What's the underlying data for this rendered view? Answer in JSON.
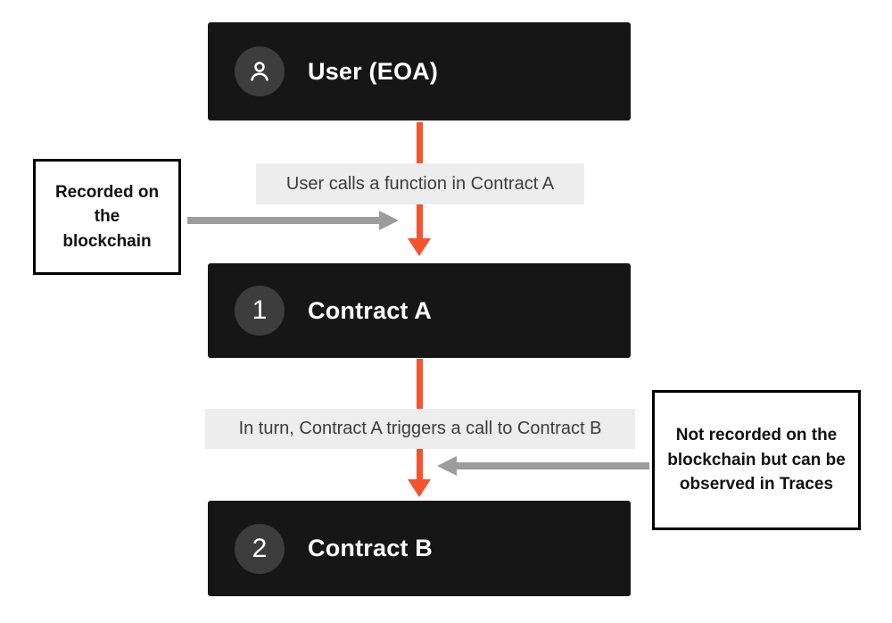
{
  "colors": {
    "node_bg": "#161616",
    "badge_bg": "#3d3d3d",
    "arrow_orange": "#f3532e",
    "arrow_gray": "#9c9c9c",
    "label_bg": "#ededed",
    "label_text": "#3c3c3c",
    "note_border": "#000000",
    "note_text": "#111111"
  },
  "nodes": {
    "user": {
      "label": "User (EOA)",
      "icon": "user-icon"
    },
    "contract_a": {
      "badge": "1",
      "label": "Contract A"
    },
    "contract_b": {
      "badge": "2",
      "label": "Contract B"
    }
  },
  "edges": {
    "edge1_label": "User calls a function in Contract A",
    "edge2_label": "In turn, Contract A triggers a call to Contract B"
  },
  "notes": {
    "left": "Recorded on the blockchain",
    "right": "Not recorded on the blockchain but can be observed in Traces"
  }
}
